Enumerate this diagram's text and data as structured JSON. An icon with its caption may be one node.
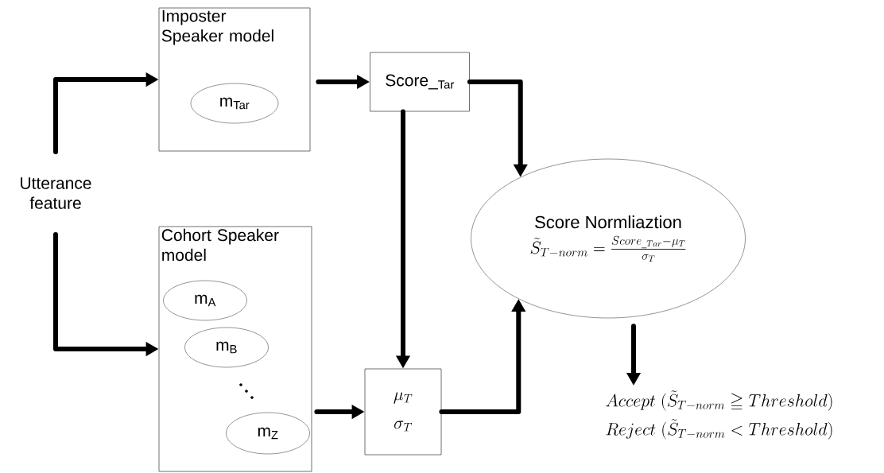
{
  "diagram": {
    "nodes": [
      {
        "text": [
          "Utterance feature"
        ]
      },
      {
        "text": [
          "Imposter Speaker model"
        ]
      },
      {
        "text": [
          "m$_{Tar}$"
        ],
        "in": 1
      },
      {
        "text": [
          "Score_$_{Tar}$"
        ]
      },
      {
        "text": [
          "Cohort Speaker model"
        ]
      },
      {
        "text": [
          "m$_{A}$"
        ],
        "in": 4
      },
      {
        "text": [
          "m$_{B}$"
        ],
        "in": 4
      },
      {
        "text": [
          "m$_{Z}$"
        ],
        "in": 4
      },
      {
        "text": [
          "\\mu_T",
          "\\sigma_T"
        ]
      },
      {
        "text": [
          "Score Normliaztion",
          "\\tilde{S}_{T-norm} = \\frac{Score_{\\_Tar} - \\mu_T}{\\sigma_T}"
        ]
      },
      {
        "text": [
          "Accept\\ (\\tilde{S}_{T-norm} \\geqq Threshold)",
          "Reject\\ (\\tilde{S}_{T-norm} < Threshold)"
        ]
      }
    ],
    "edges": [
      {
        "from": 0,
        "to": 1,
        "arrow": "to"
      },
      {
        "from": 0,
        "to": 4,
        "arrow": "to"
      },
      {
        "from": 1,
        "to": 3,
        "arrow": "to"
      },
      {
        "from": 3,
        "to": 9,
        "arrow": "to"
      },
      {
        "from": 3,
        "to": 8,
        "arrow": "to"
      },
      {
        "from": 4,
        "to": 8,
        "arrow": "to"
      },
      {
        "from": 8,
        "to": 9,
        "arrow": "to"
      },
      {
        "from": 9,
        "to": 10,
        "arrow": "to"
      }
    ]
  }
}
